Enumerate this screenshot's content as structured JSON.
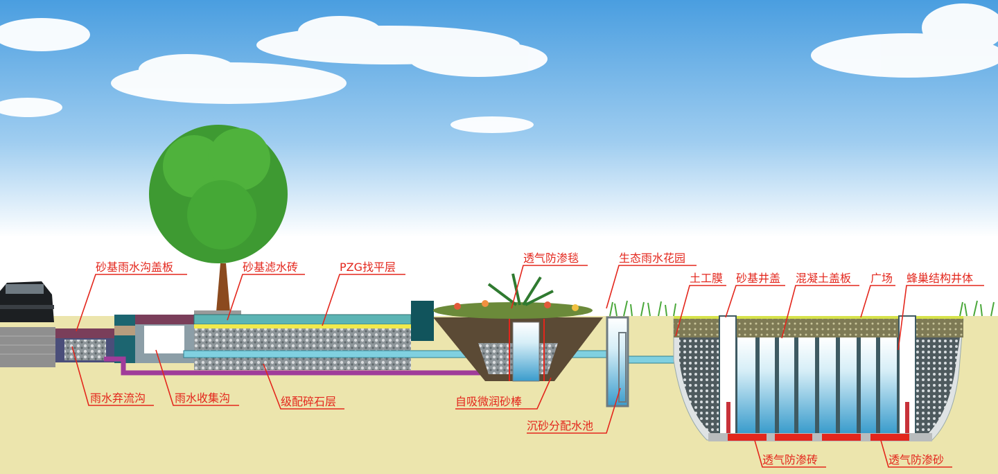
{
  "labels": {
    "drain_cover": "砂基雨水沟盖板",
    "filter_brick": "砂基滤水砖",
    "pzg_layer": "PZG找平层",
    "breathable_blanket": "透气防渗毯",
    "rain_garden": "生态雨水花园",
    "geomembrane": "土工膜",
    "well_cover": "砂基井盖",
    "concrete_cover": "混凝土盖板",
    "plaza": "广场",
    "honeycomb_well": "蜂巢结构井体",
    "initial_flow_ditch": "雨水弃流沟",
    "collection_ditch": "雨水收集沟",
    "gravel_layer": "级配碎石层",
    "sand_rod": "自吸微润砂棒",
    "sediment_tank": "沉砂分配水池",
    "breathable_brick": "透气防渗砖",
    "breathable_sand": "透气防渗砂"
  },
  "colors": {
    "label": "#e3261c",
    "soil": "#ece5ad",
    "sky": "#4a9ee0",
    "water": "#6cc3e3",
    "pipe": "#80d0e0",
    "purple_pipe": "#a03c9a"
  }
}
